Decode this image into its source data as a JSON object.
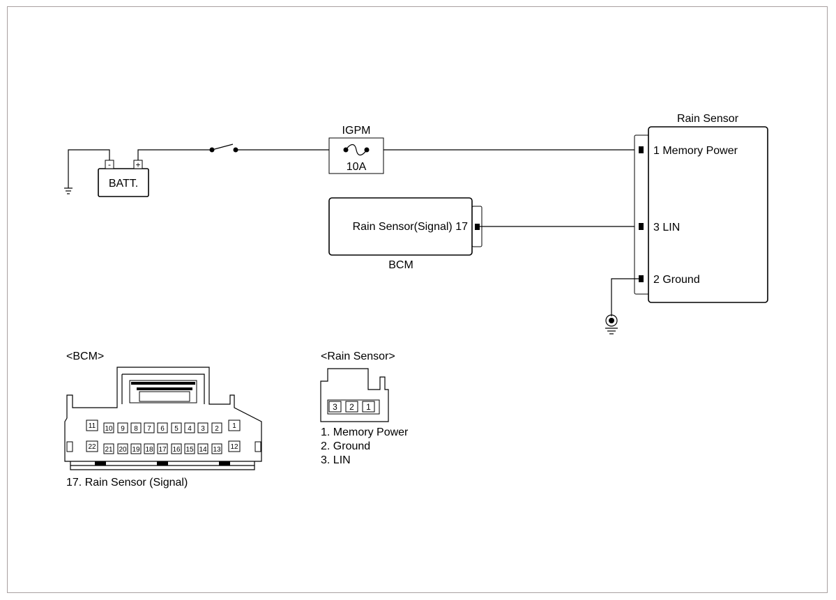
{
  "circuit": {
    "battery": {
      "label": "BATT.",
      "neg": "-",
      "pos": "+"
    },
    "fuse": {
      "module": "IGPM",
      "rating": "10A"
    },
    "bcm": {
      "name": "BCM",
      "pin_label": "Rain Sensor(Signal) 17"
    },
    "rain_sensor": {
      "name": "Rain Sensor",
      "pins": [
        "1 Memory Power",
        "3 LIN",
        "2 Ground"
      ]
    }
  },
  "bcm_connector": {
    "title": "<BCM>",
    "row1": [
      "11",
      "10",
      "9",
      "8",
      "7",
      "6",
      "5",
      "4",
      "3",
      "2",
      "1"
    ],
    "row2": [
      "22",
      "21",
      "20",
      "19",
      "18",
      "17",
      "16",
      "15",
      "14",
      "13",
      "12"
    ],
    "note": "17. Rain Sensor (Signal)"
  },
  "rain_sensor_connector": {
    "title": "<Rain Sensor>",
    "pins": [
      "3",
      "2",
      "1"
    ],
    "legend": [
      "1. Memory Power",
      "2. Ground",
      "3. LIN"
    ]
  }
}
